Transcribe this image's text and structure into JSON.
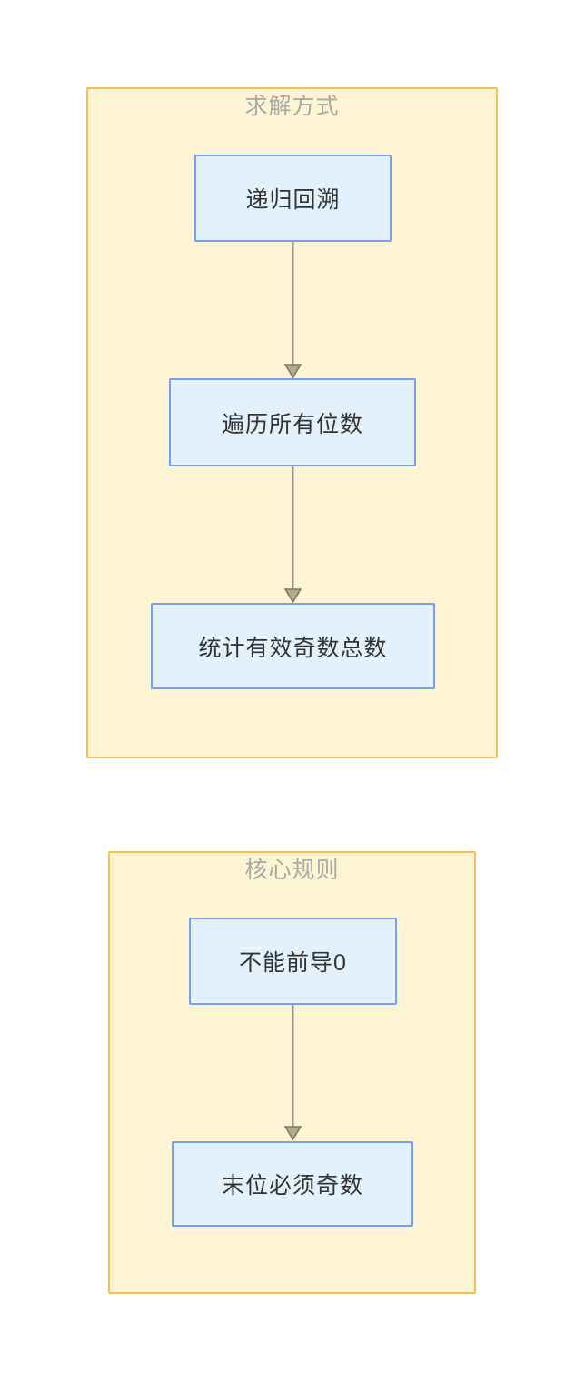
{
  "diagram": {
    "groups": [
      {
        "title": "求解方式",
        "nodes": [
          {
            "label": "递归回溯"
          },
          {
            "label": "遍历所有位数"
          },
          {
            "label": "统计有效奇数总数"
          }
        ]
      },
      {
        "title": "核心规则",
        "nodes": [
          {
            "label": "不能前导0"
          },
          {
            "label": "末位必须奇数"
          }
        ]
      }
    ],
    "colors": {
      "page_background": "#FFFFFF",
      "group_fill": "#FCF4D2",
      "group_border": "#F7BE56",
      "group_title_text": "#A9A9A9",
      "node_fill": "#E3F1FD",
      "node_border": "#78A0EE",
      "node_text": "#333333",
      "arrow_line": "#9A948A",
      "arrow_head_fill": "#B2A98F",
      "arrow_head_stroke": "#7D7767"
    }
  }
}
